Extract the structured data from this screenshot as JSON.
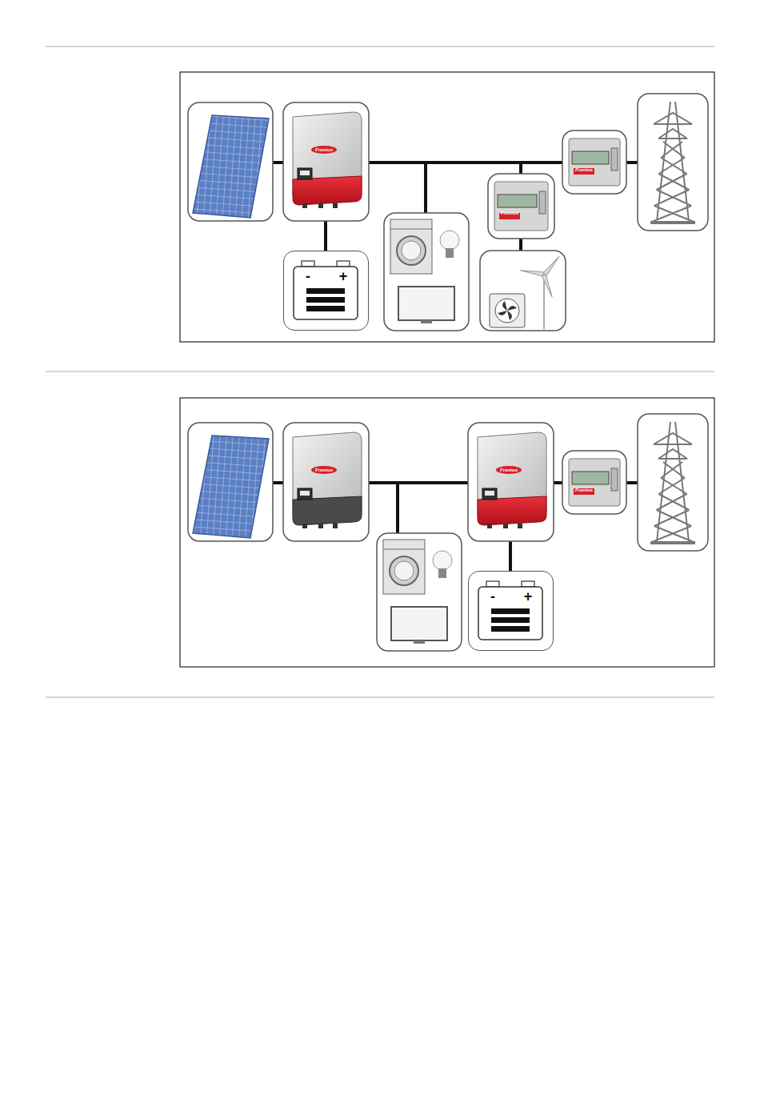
{
  "diagram": {
    "nodes": [
      {
        "text": [
          "-",
          "+"
        ]
      },
      {
        "text": [
          "-",
          "+"
        ]
      }
    ],
    "labels": [
      "Fronius",
      "Fronius",
      "Fronius",
      "Fronius",
      "Fronius",
      "Fronius"
    ]
  }
}
